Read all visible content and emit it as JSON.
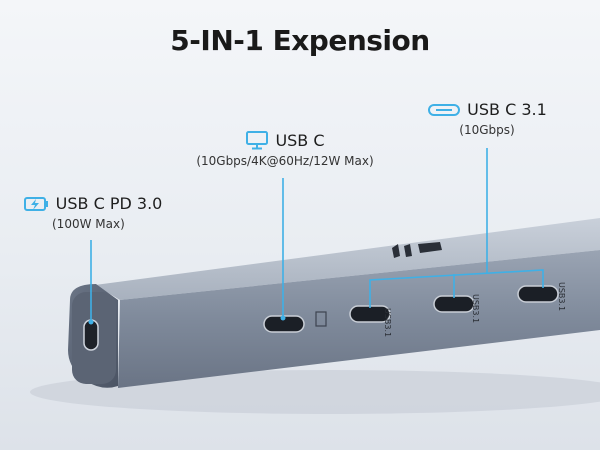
{
  "title": "5-IN-1 Expension",
  "colors": {
    "accent": "#3fb0e6",
    "body": "#8e98a8",
    "background": "#eef1f5"
  },
  "labels": [
    {
      "name": "USB C PD 3.0",
      "sub": "(100W Max)",
      "icon": "battery-charging-icon"
    },
    {
      "name": "USB C",
      "sub": "(10Gbps/4K@60Hz/12W Max)",
      "icon": "monitor-icon"
    },
    {
      "name": "USB C 3.1",
      "sub": "(10Gbps)",
      "icon": "usb-c-port-icon"
    }
  ],
  "body_text": {
    "port_label": "USB3.1"
  }
}
